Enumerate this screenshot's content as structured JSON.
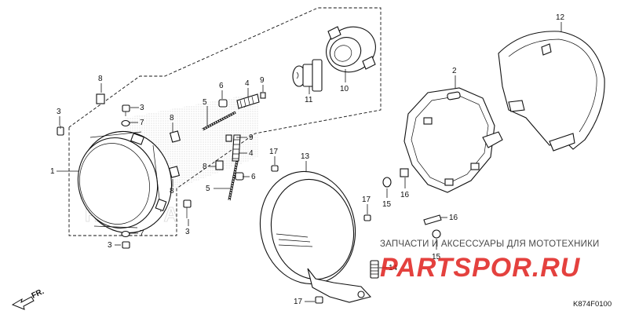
{
  "callouts": {
    "c1": "1",
    "c2": "2",
    "c3a": "3",
    "c3b": "3",
    "c3c": "3",
    "c3d": "3",
    "c4a": "4",
    "c4b": "4",
    "c5a": "5",
    "c5b": "5",
    "c6a": "6",
    "c6b": "6",
    "c7a": "7",
    "c7b": "7",
    "c8a": "8",
    "c8b": "8",
    "c8c": "8",
    "c8d": "8",
    "c9a": "9",
    "c9b": "9",
    "c10": "10",
    "c11": "11",
    "c12": "12",
    "c13": "13",
    "c14": "14",
    "c15a": "15",
    "c15b": "15",
    "c16a": "16",
    "c16b": "16",
    "c17a": "17",
    "c17b": "17",
    "c17c": "17"
  },
  "front_marker": "FR.",
  "watermark": {
    "caption": "ЗАПЧАСТИ И АКСЕССУАРЫ ДЛЯ МОТОТЕХНИКИ",
    "logo_text": "PARTSPOR.RU",
    "logo_color": "#e0211d"
  },
  "diagram_code": "K874F0100"
}
